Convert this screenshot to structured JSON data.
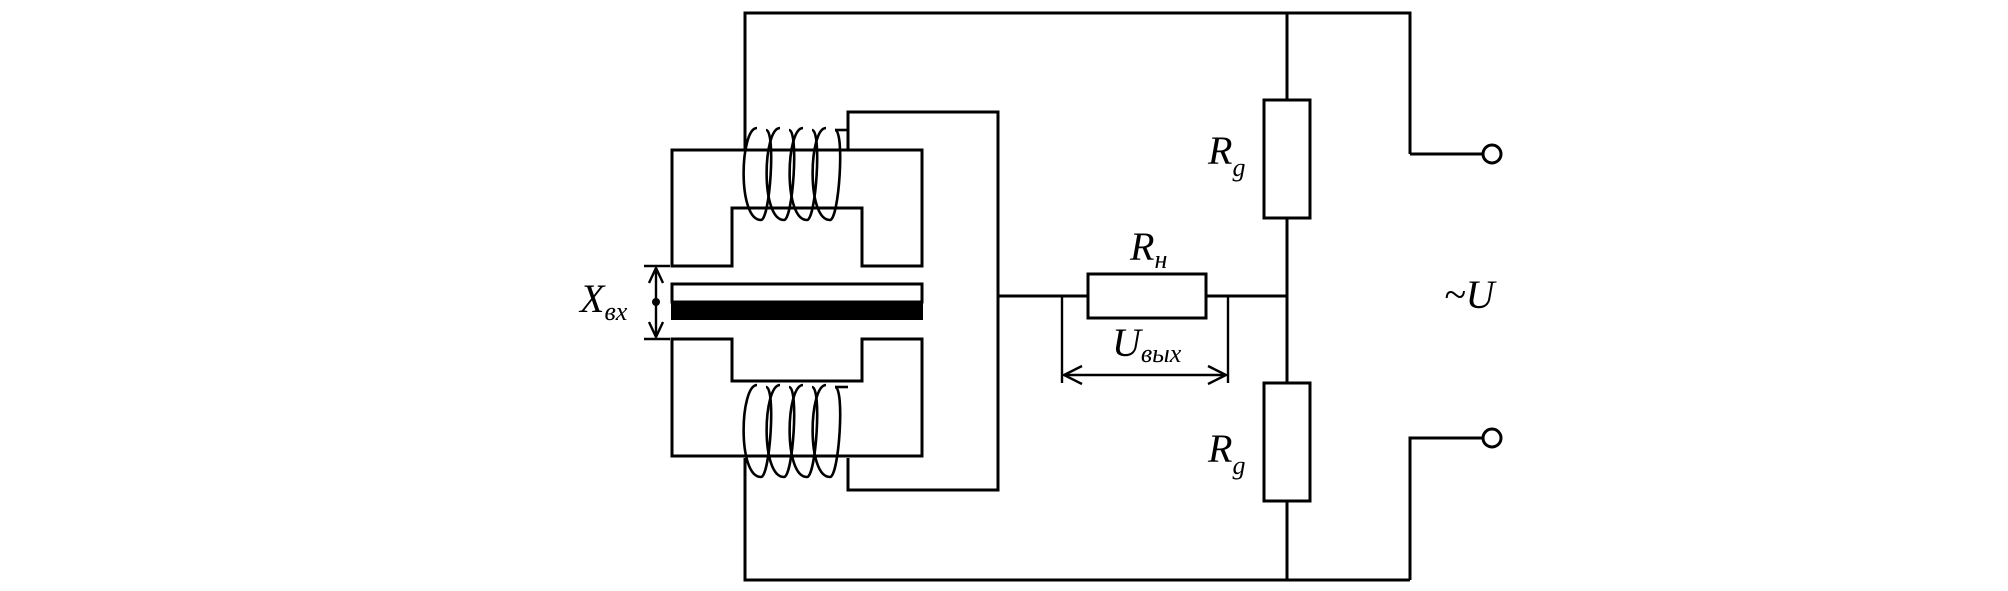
{
  "labels": {
    "rg_top": {
      "main": "R",
      "sub": "g"
    },
    "rg_bottom": {
      "main": "R",
      "sub": "g"
    },
    "rn": {
      "main": "R",
      "sub": "н"
    },
    "u_out": {
      "main": "U",
      "sub": "вых"
    },
    "x_in": {
      "main": "X",
      "sub": "вх"
    },
    "u_source": "~U"
  }
}
